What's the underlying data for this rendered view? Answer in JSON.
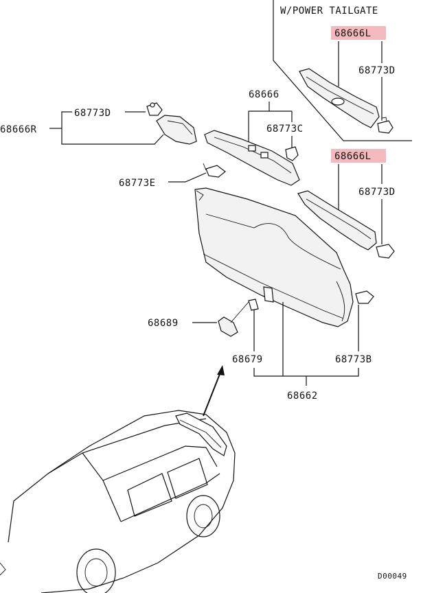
{
  "diagram": {
    "variant_label": "W/POWER TAILGATE",
    "drawing_code": "D00049",
    "highlight_color": "#f4b9bd",
    "callouts": {
      "power_trim_l": "68666L",
      "power_clip_d": "68773D",
      "trim_center": "68666",
      "clip_c": "68773C",
      "trim_r": "68666R",
      "clip_d_left": "68773D",
      "clip_e": "68773E",
      "trim_l": "68666L",
      "clip_d_right": "68773D",
      "grip": "68689",
      "pad": "68679",
      "clip_b": "68773B",
      "door_trim": "68662"
    }
  }
}
